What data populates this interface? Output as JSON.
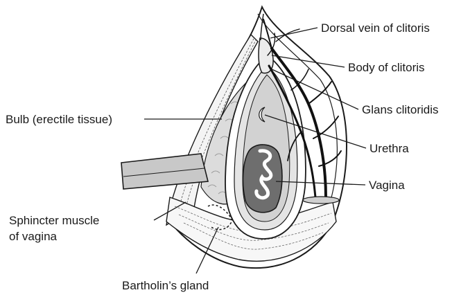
{
  "diagram": {
    "labels": {
      "dorsal_vein": "Dorsal vein of clitoris",
      "body_clitoris": "Body of clitoris",
      "glans": "Glans clitoridis",
      "urethra": "Urethra",
      "vagina": "Vagina",
      "bulb": "Bulb (erectile tissue)",
      "sphincter_line1": "Sphincter muscle",
      "sphincter_line2": "of vagina",
      "bartholin": "Bartholin’s gland"
    }
  }
}
